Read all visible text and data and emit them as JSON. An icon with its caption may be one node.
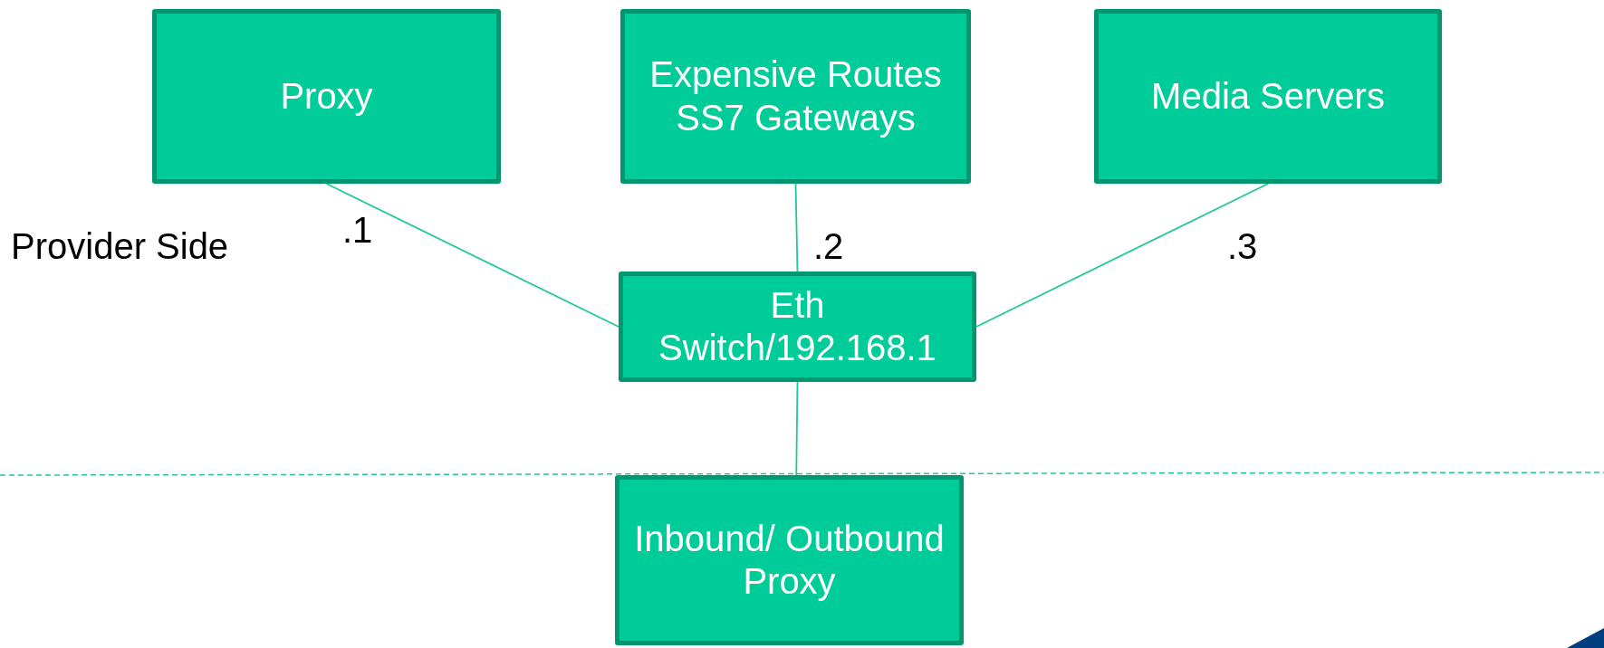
{
  "diagram": {
    "nodes": [
      {
        "text": [
          "Proxy"
        ]
      },
      {
        "text": [
          "Expensive Routes SS7 Gateways"
        ]
      },
      {
        "text": [
          "Media Servers"
        ]
      },
      {
        "text": [
          "Eth Switch/192.168.1"
        ]
      },
      {
        "text": [
          "Inbound/ Outbound Proxy"
        ]
      }
    ],
    "edges": [
      {
        "from": 0,
        "to": 3,
        "arrow": "none"
      },
      {
        "from": 1,
        "to": 3,
        "arrow": "none"
      },
      {
        "from": 2,
        "to": 3,
        "arrow": "none"
      },
      {
        "from": 3,
        "to": 4,
        "arrow": "none"
      }
    ],
    "labels": [
      "Provider Side",
      ".1",
      ".2",
      ".3"
    ]
  }
}
